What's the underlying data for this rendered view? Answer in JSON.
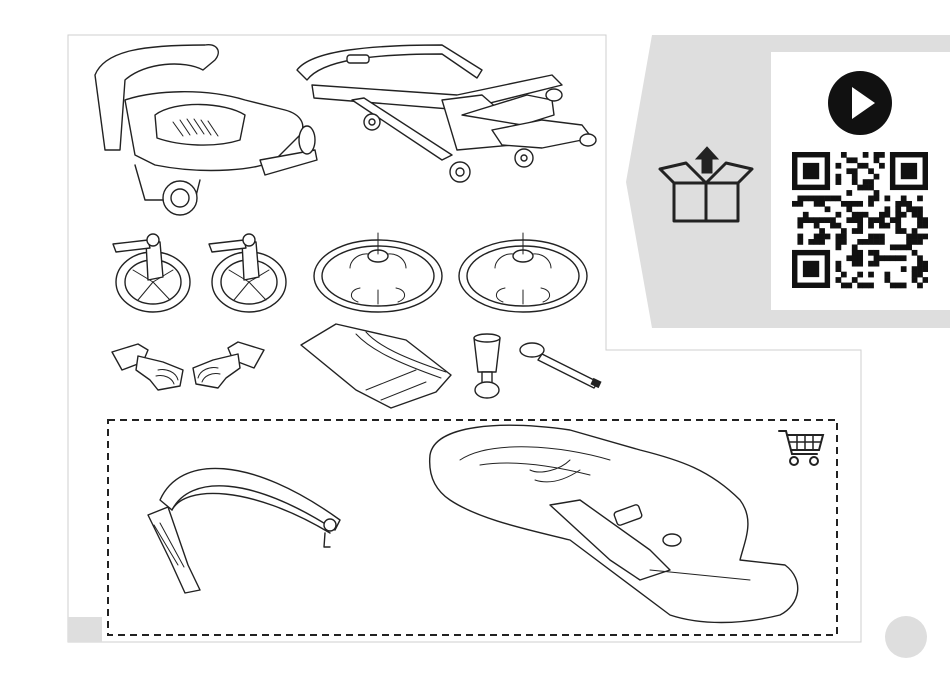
{
  "page": {
    "theme": {
      "panel_gray": "#dedede",
      "line": "#222222",
      "background": "#ffffff"
    },
    "parts_box": {
      "contents": [
        "stroller-frame-folded",
        "stroller-frame-unfolded",
        "front-swivel-wheel-left",
        "front-swivel-wheel-right",
        "rear-wheel-left",
        "rear-wheel-right",
        "adapter-left",
        "adapter-right",
        "rain-cover-folded",
        "cup-holder",
        "tool-strap"
      ]
    },
    "optional_accessories": {
      "items": [
        "bumper-bar",
        "seat-liner"
      ],
      "icon": "shopping-cart-icon"
    },
    "side_panel": {
      "unbox_icon": "open-box-arrow-icon",
      "video_icon": "play-icon",
      "qr_icon": "qr-code-icon"
    },
    "page_marker": {
      "icon": "page-circle-icon"
    }
  }
}
